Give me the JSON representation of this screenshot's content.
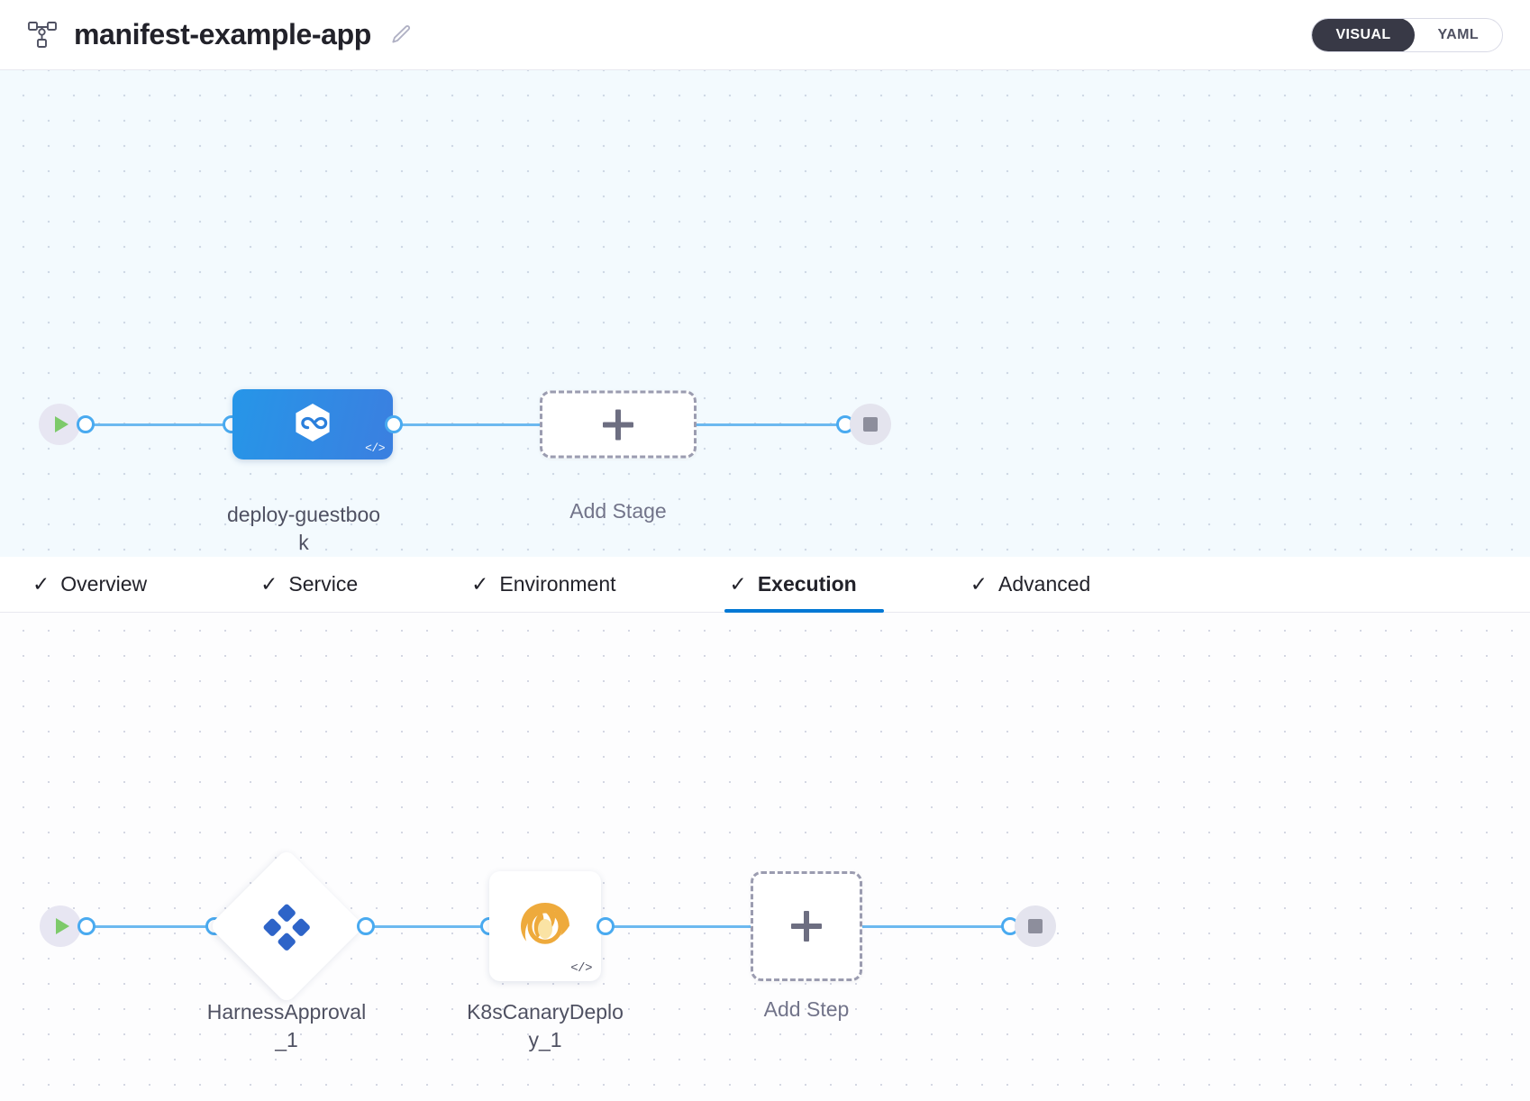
{
  "header": {
    "pipeline_icon": "pipeline-hierarchy-icon",
    "title": "manifest-example-app",
    "edit_icon": "edit-pencil-icon",
    "view_toggle": {
      "options": [
        {
          "label": "VISUAL",
          "active": true
        },
        {
          "label": "YAML",
          "active": false
        }
      ],
      "active_bg": "#383946",
      "active_fg": "#ffffff"
    }
  },
  "stage_graph": {
    "start_icon": "play-icon",
    "end_icon": "stop-icon",
    "stage": {
      "name": "deploy-guestbook",
      "icon": "harness-cd-hexagon-icon",
      "code_badge": "</>",
      "gradient_from": "#2696e8",
      "gradient_to": "#3b7fe0"
    },
    "add_stage": {
      "label": "Add Stage",
      "icon": "plus-icon"
    },
    "connector_color": "#6cb9f0"
  },
  "tabs": [
    {
      "label": "Overview",
      "check": "✓",
      "active": false
    },
    {
      "label": "Service",
      "check": "✓",
      "active": false
    },
    {
      "label": "Environment",
      "check": "✓",
      "active": false
    },
    {
      "label": "Execution",
      "check": "✓",
      "active": true
    },
    {
      "label": "Advanced",
      "check": "✓",
      "active": false
    }
  ],
  "tab_accent": "#0278d5",
  "execution_graph": {
    "start_icon": "play-icon",
    "end_icon": "stop-icon",
    "steps": [
      {
        "name": "HarnessApproval_1",
        "shape": "diamond",
        "icon": "harness-approval-icon",
        "icon_color": "#2e64c8"
      },
      {
        "name": "K8sCanaryDeploy_1",
        "shape": "square",
        "icon": "canary-bird-icon",
        "icon_color": "#eeaa3c",
        "code_badge": "</>"
      }
    ],
    "add_step": {
      "label": "Add Step",
      "icon": "plus-icon"
    },
    "connector_color": "#6cb9f0"
  }
}
